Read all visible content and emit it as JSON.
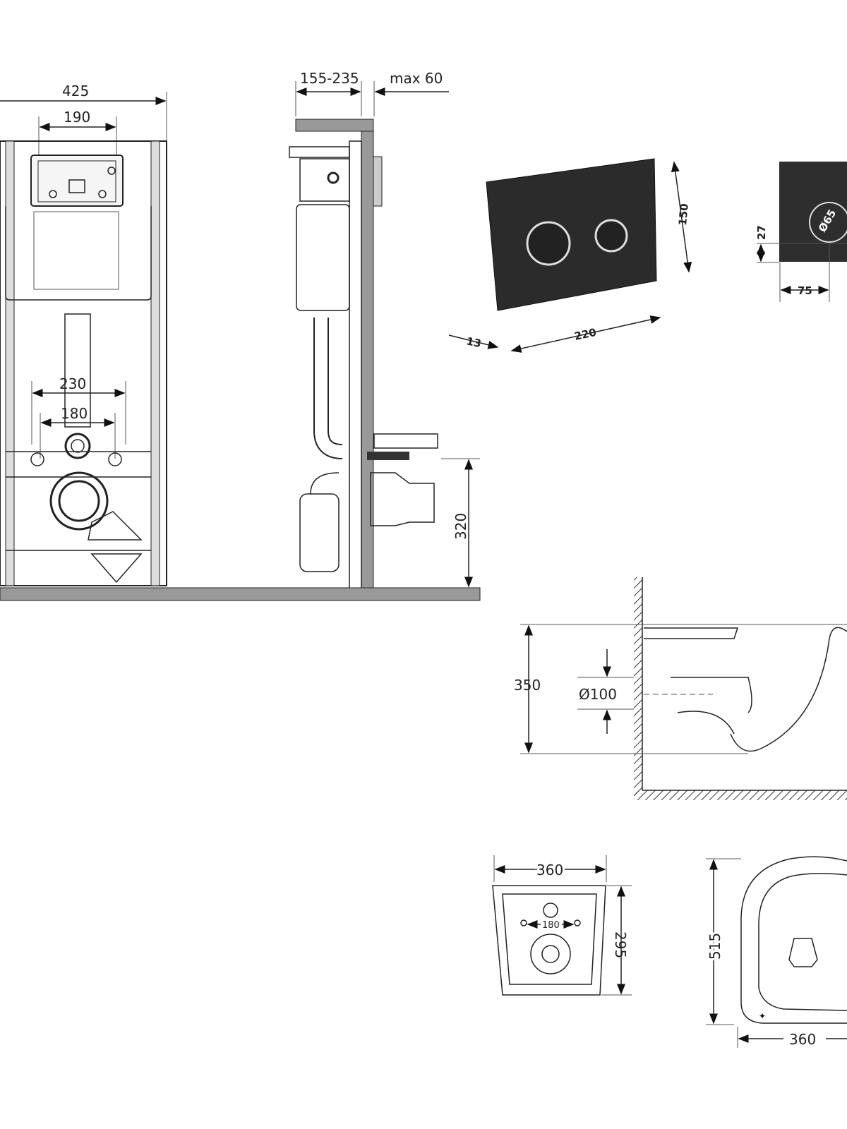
{
  "frame_front": {
    "width_total": "425",
    "width_panel": "190",
    "width_studs": "230",
    "width_pipes": "180"
  },
  "frame_side": {
    "wall_depth": "155-235",
    "finish_max": "max 60",
    "outlet_height": "320"
  },
  "flush_plate": {
    "height": "150",
    "width": "220",
    "thickness": "13",
    "color": "#2b2b2b"
  },
  "plate_detail": {
    "offset_vertical": "27",
    "button_diameter": "Ø65",
    "offset_horizontal": "75"
  },
  "bowl_side": {
    "height": "350",
    "pipe_diameter": "Ø100"
  },
  "bowl_back": {
    "width": "360",
    "stud_spacing": "180",
    "depth": "295"
  },
  "bowl_top": {
    "length": "515",
    "width": "360"
  }
}
